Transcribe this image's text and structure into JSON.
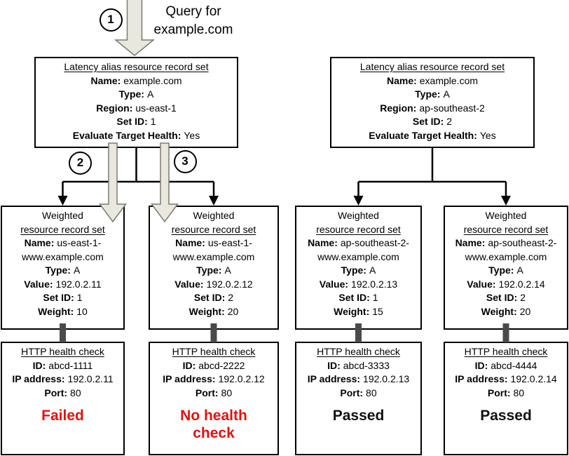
{
  "query": {
    "line1": "Query for",
    "line2": "example.com"
  },
  "step_labels": {
    "s1": "1",
    "s2": "2",
    "s3": "3"
  },
  "latency_sets": [
    {
      "title": "Latency alias resource record set",
      "fields": [
        {
          "label": "Name:",
          "value": "example.com"
        },
        {
          "label": "Type:",
          "value": "A"
        },
        {
          "label": "Region:",
          "value": "us-east-1"
        },
        {
          "label": "Set ID:",
          "value": "1"
        },
        {
          "label": "Evaluate Target Health:",
          "value": "Yes"
        }
      ]
    },
    {
      "title": "Latency alias resource record set",
      "fields": [
        {
          "label": "Name:",
          "value": "example.com"
        },
        {
          "label": "Type:",
          "value": "A"
        },
        {
          "label": "Region:",
          "value": "ap-southeast-2"
        },
        {
          "label": "Set ID:",
          "value": "2"
        },
        {
          "label": "Evaluate Target Health:",
          "value": "Yes"
        }
      ]
    }
  ],
  "weighted_sets": [
    {
      "title_line1": "Weighted",
      "title_line2": "resource record set",
      "fields": [
        {
          "label": "Name:",
          "value": "us-east-1-www.example.com"
        },
        {
          "label": "Type:",
          "value": "A"
        },
        {
          "label": "Value:",
          "value": "192.0.2.11"
        },
        {
          "label": "Set ID:",
          "value": "1"
        },
        {
          "label": "Weight:",
          "value": "10"
        }
      ]
    },
    {
      "title_line1": "Weighted",
      "title_line2": "resource record set",
      "fields": [
        {
          "label": "Name:",
          "value": "us-east-1-www.example.com"
        },
        {
          "label": "Type:",
          "value": "A"
        },
        {
          "label": "Value:",
          "value": "192.0.2.12"
        },
        {
          "label": "Set ID:",
          "value": "2"
        },
        {
          "label": "Weight:",
          "value": "20"
        }
      ]
    },
    {
      "title_line1": "Weighted",
      "title_line2": "resource record set",
      "fields": [
        {
          "label": "Name:",
          "value": "ap-southeast-2-www.example.com"
        },
        {
          "label": "Type:",
          "value": "A"
        },
        {
          "label": "Value:",
          "value": "192.0.2.13"
        },
        {
          "label": "Set ID:",
          "value": "1"
        },
        {
          "label": "Weight:",
          "value": "15"
        }
      ]
    },
    {
      "title_line1": "Weighted",
      "title_line2": "resource record set",
      "fields": [
        {
          "label": "Name:",
          "value": "ap-southeast-2-www.example.com"
        },
        {
          "label": "Type:",
          "value": "A"
        },
        {
          "label": "Value:",
          "value": "192.0.2.14"
        },
        {
          "label": "Set ID:",
          "value": "2"
        },
        {
          "label": "Weight:",
          "value": "20"
        }
      ]
    }
  ],
  "health_checks": [
    {
      "title": "HTTP health check",
      "fields": [
        {
          "label": "ID:",
          "value": "abcd-1111"
        },
        {
          "label": "IP address:",
          "value": "192.0.2.11"
        },
        {
          "label": "Port:",
          "value": "80"
        }
      ],
      "status": "Failed",
      "status_color": "#e01212"
    },
    {
      "title": "HTTP health check",
      "fields": [
        {
          "label": "ID:",
          "value": "abcd-2222"
        },
        {
          "label": "IP address:",
          "value": "192.0.2.12"
        },
        {
          "label": "Port:",
          "value": "80"
        }
      ],
      "status": "No health check",
      "status_color": "#e01212"
    },
    {
      "title": "HTTP health check",
      "fields": [
        {
          "label": "ID:",
          "value": "abcd-3333"
        },
        {
          "label": "IP address:",
          "value": "192.0.2.13"
        },
        {
          "label": "Port:",
          "value": "80"
        }
      ],
      "status": "Passed",
      "status_color": "#111111"
    },
    {
      "title": "HTTP health check",
      "fields": [
        {
          "label": "ID:",
          "value": "abcd-4444"
        },
        {
          "label": "IP address:",
          "value": "192.0.2.14"
        },
        {
          "label": "Port:",
          "value": "80"
        }
      ],
      "status": "Passed",
      "status_color": "#111111"
    }
  ],
  "colors": {
    "flow_arrow_fill": "#e8e8de",
    "flow_arrow_stroke": "#7a7a72",
    "connector": "#000000",
    "junction_bar": "#4a4a4a",
    "failed_red": "#e01212"
  }
}
